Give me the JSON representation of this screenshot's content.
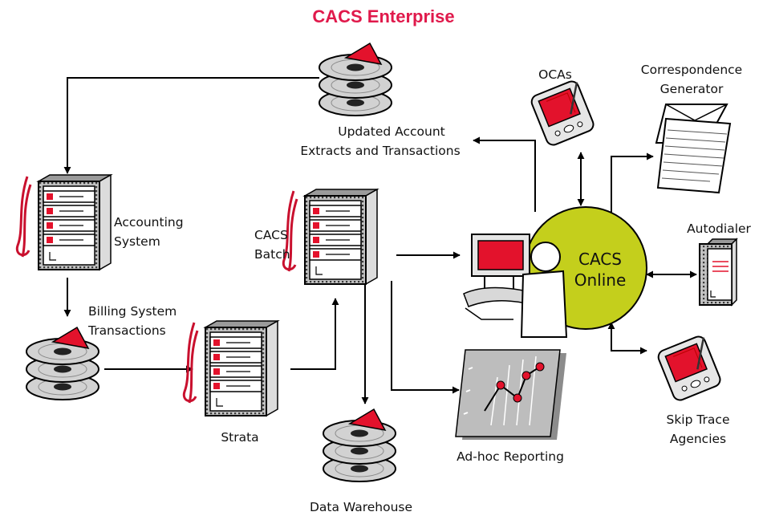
{
  "title": "CACS Enterprise",
  "colors": {
    "title": "#e0194b",
    "accent_red": "#e3122c",
    "online_fill": "#c4cf1c",
    "server_gray": "#c2c2c2",
    "cable_red": "#c9102e"
  },
  "nodes": {
    "updated_extracts": {
      "line1": "Updated Account",
      "line2": "Extracts and Transactions",
      "icon": "database-stack-icon"
    },
    "accounting_system": {
      "line1": "Accounting",
      "line2": "System",
      "icon": "server-icon"
    },
    "billing_transactions": {
      "line1": "Billing System",
      "line2": "Transactions",
      "icon": "database-stack-icon"
    },
    "strata": {
      "label": "Strata",
      "icon": "server-icon"
    },
    "cacs_batch": {
      "line1": "CACS",
      "line2": "Batch",
      "icon": "server-icon"
    },
    "data_warehouse": {
      "label": "Data Warehouse",
      "icon": "database-stack-icon"
    },
    "adhoc_reporting": {
      "label": "Ad-hoc Reporting",
      "icon": "chart-report-icon"
    },
    "cacs_online": {
      "line1": "CACS",
      "line2": "Online",
      "icon": "workstation-user-icon"
    },
    "ocas": {
      "label": "OCAs",
      "icon": "handheld-device-icon"
    },
    "correspondence": {
      "line1": "Correspondence",
      "line2": "Generator",
      "icon": "letter-envelope-icon"
    },
    "autodialer": {
      "label": "Autodialer",
      "icon": "autodialer-unit-icon"
    },
    "skip_trace": {
      "line1": "Skip Trace",
      "line2": "Agencies",
      "icon": "handheld-device-icon"
    }
  }
}
